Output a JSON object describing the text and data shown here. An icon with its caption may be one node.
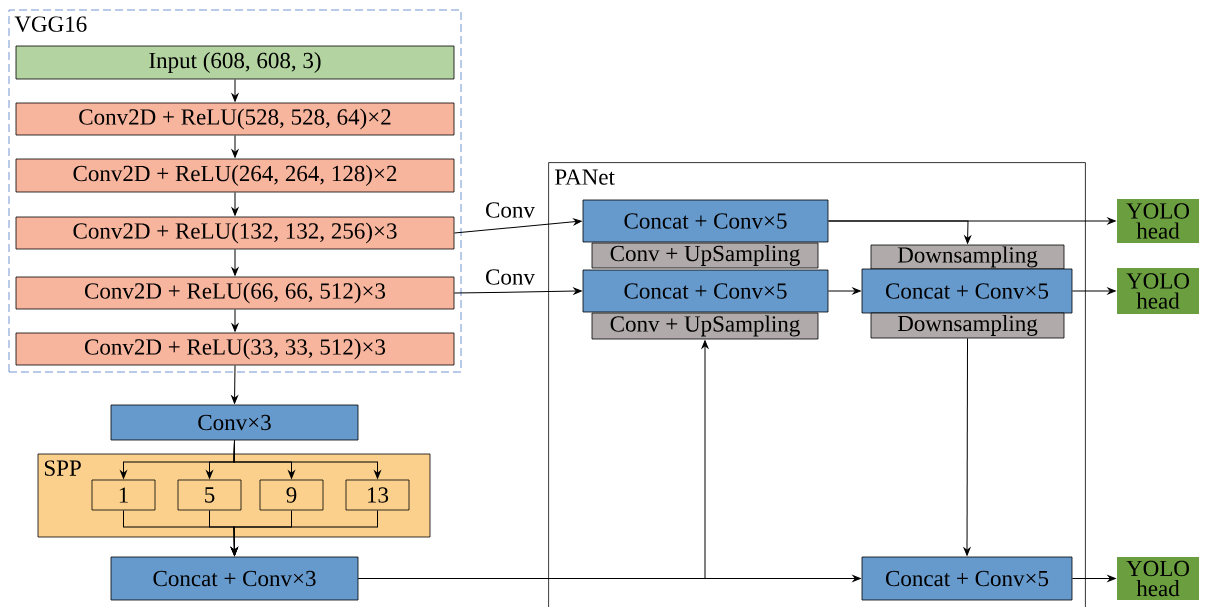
{
  "diagram": {
    "nodes": [
      {
        "text": [
          "VGG16"
        ]
      },
      {
        "text": [
          "Input (608, 608, 3)"
        ],
        "in": 0
      },
      {
        "text": [
          "Conv2D + ReLU(528, 528, 64)×2"
        ],
        "in": 0
      },
      {
        "text": [
          "Conv2D + ReLU(264, 264, 128)×2"
        ],
        "in": 0
      },
      {
        "text": [
          "Conv2D + ReLU(132, 132, 256)×3"
        ],
        "in": 0
      },
      {
        "text": [
          "Conv2D + ReLU(66, 66, 512)×3"
        ],
        "in": 0
      },
      {
        "text": [
          "Conv2D + ReLU(33, 33, 512)×3"
        ],
        "in": 0
      },
      {
        "text": [
          "Conv×3"
        ]
      },
      {
        "text": [
          "SPP"
        ]
      },
      {
        "text": [
          "1"
        ],
        "in": 8
      },
      {
        "text": [
          "5"
        ],
        "in": 8
      },
      {
        "text": [
          "9"
        ],
        "in": 8
      },
      {
        "text": [
          "13"
        ],
        "in": 8
      },
      {
        "text": [
          "Concat + Conv×3"
        ]
      },
      {
        "text": [
          "PANet"
        ]
      },
      {
        "text": [
          "Concat + Conv×5"
        ],
        "in": 14
      },
      {
        "text": [
          "Conv + UpSampling"
        ],
        "in": 14
      },
      {
        "text": [
          "Concat + Conv×5"
        ],
        "in": 14
      },
      {
        "text": [
          "Conv + UpSampling"
        ],
        "in": 14
      },
      {
        "text": [
          "Downsampling"
        ],
        "in": 14
      },
      {
        "text": [
          "Concat + Conv×5"
        ],
        "in": 14
      },
      {
        "text": [
          "Downsampling"
        ],
        "in": 14
      },
      {
        "text": [
          "Concat + Conv×5"
        ],
        "in": 14
      },
      {
        "text": [
          "YOLO head"
        ]
      },
      {
        "text": [
          "YOLO head"
        ]
      },
      {
        "text": [
          "YOLO head"
        ]
      }
    ],
    "edges": [
      {
        "from": 1,
        "to": 2,
        "arrow": "to"
      },
      {
        "from": 2,
        "to": 3,
        "arrow": "to"
      },
      {
        "from": 3,
        "to": 4,
        "arrow": "to"
      },
      {
        "from": 4,
        "to": 5,
        "arrow": "to"
      },
      {
        "from": 5,
        "to": 6,
        "arrow": "to"
      },
      {
        "from": 6,
        "to": 7,
        "arrow": "to"
      },
      {
        "from": 7,
        "to": 9,
        "arrow": "to"
      },
      {
        "from": 7,
        "to": 10,
        "arrow": "to"
      },
      {
        "from": 7,
        "to": 11,
        "arrow": "to"
      },
      {
        "from": 7,
        "to": 12,
        "arrow": "to"
      },
      {
        "from": 9,
        "to": 13,
        "arrow": "to"
      },
      {
        "from": 10,
        "to": 13,
        "arrow": "to"
      },
      {
        "from": 11,
        "to": 13,
        "arrow": "to"
      },
      {
        "from": 12,
        "to": 13,
        "arrow": "to"
      },
      {
        "from": 4,
        "to": 15,
        "arrow": "to",
        "label": "Conv"
      },
      {
        "from": 5,
        "to": 17,
        "arrow": "to",
        "label": "Conv"
      },
      {
        "from": 15,
        "to": 23,
        "arrow": "to"
      },
      {
        "from": 15,
        "to": 19,
        "arrow": "to"
      },
      {
        "from": 17,
        "to": 20,
        "arrow": "to"
      },
      {
        "from": 20,
        "to": 24,
        "arrow": "to"
      },
      {
        "from": 21,
        "to": 22,
        "arrow": "to"
      },
      {
        "from": 13,
        "to": 22,
        "arrow": "to"
      },
      {
        "from": 13,
        "to": 18,
        "arrow": "to"
      },
      {
        "from": 22,
        "to": 25,
        "arrow": "to"
      }
    ]
  }
}
